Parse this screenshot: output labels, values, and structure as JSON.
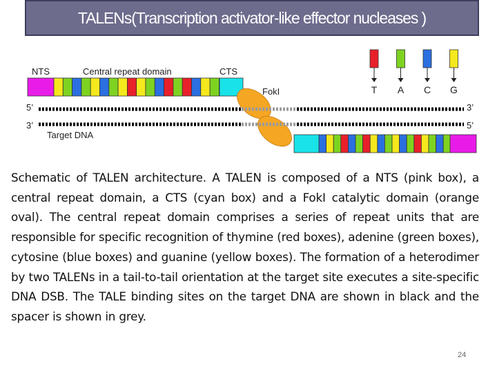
{
  "title": "TALENs(Transcription activator-like effector nucleases )",
  "diagram": {
    "labels": {
      "nts": "NTS",
      "central_repeat": "Central repeat domain",
      "cts": "CTS",
      "foki": "FokI",
      "target_dna": "Target DNA",
      "strand_top_left": "5’",
      "strand_bottom_left": "3’",
      "strand_top_right": "3’",
      "strand_bottom_right": "5’"
    },
    "legend": [
      {
        "base": "T",
        "color": "#e8202a"
      },
      {
        "base": "A",
        "color": "#7ed321"
      },
      {
        "base": "C",
        "color": "#2b6fe0"
      },
      {
        "base": "G",
        "color": "#f5e81d"
      }
    ],
    "colors": {
      "nts": "#e81ce8",
      "cts": "#19e3e8",
      "foki": "#f5a623",
      "repeat_red": "#e8202a",
      "repeat_green": "#7ed321",
      "repeat_blue": "#2b6fe0",
      "repeat_yellow": "#f5e81d",
      "dna_binding": "#000000",
      "dna_spacer": "#9b9b9b"
    },
    "top_repeats": [
      "yellow",
      "green",
      "blue",
      "green",
      "yellow",
      "blue",
      "green",
      "yellow",
      "red",
      "yellow",
      "green",
      "blue",
      "red",
      "green",
      "red",
      "blue",
      "yellow",
      "green"
    ],
    "bottom_repeats": [
      "blue",
      "yellow",
      "green",
      "red",
      "blue",
      "green",
      "red",
      "yellow",
      "blue",
      "green",
      "yellow",
      "blue",
      "green",
      "red",
      "yellow",
      "green",
      "blue",
      "green"
    ]
  },
  "caption": "Schematic of TALEN architecture. A TALEN is composed of a NTS (pink box), a central repeat domain, a CTS (cyan box) and a FokI catalytic domain (orange oval). The central repeat domain comprises a series of repeat units that are responsible for specific recognition of thymine (red boxes), adenine (green boxes), cytosine (blue boxes) and guanine (yellow boxes). The formation of a heterodimer by two TALENs in a tail-to-tail orientation at the target site executes a site-specific DNA DSB. The TALE binding sites on the target DNA are shown in black and the spacer is shown in grey.",
  "page_number": "24"
}
